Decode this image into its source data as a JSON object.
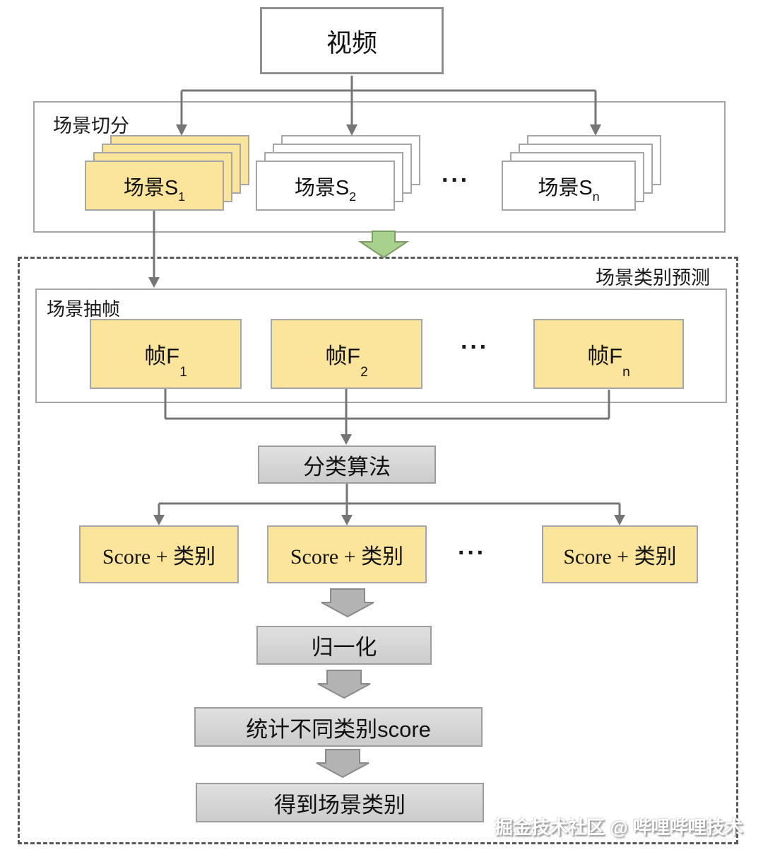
{
  "video_box": {
    "label": "视频"
  },
  "scene_segmentation": {
    "section_label": "场景切分",
    "ellipsis": "···",
    "cards": [
      {
        "base": "场景S",
        "sub": "1"
      },
      {
        "base": "场景S",
        "sub": "2"
      },
      {
        "base": "场景S",
        "sub": "n"
      }
    ]
  },
  "scene_prediction": {
    "section_label": "场景类别预测",
    "frame_extraction": {
      "section_label": "场景抽帧",
      "ellipsis": "···",
      "frames": [
        {
          "base": "帧F",
          "sub": "1"
        },
        {
          "base": "帧F",
          "sub": "2"
        },
        {
          "base": "帧F",
          "sub": "n"
        }
      ]
    },
    "classifier": {
      "label": "分类算法"
    },
    "scores": {
      "ellipsis": "···",
      "labels": [
        "Score + 类别",
        "Score + 类别",
        "Score + 类别"
      ]
    },
    "normalize": {
      "label": "归一化"
    },
    "aggregate": {
      "label": "统计不同类别score"
    },
    "result": {
      "label": "得到场景类别"
    }
  },
  "watermark": "掘金技术社区 @ 哔哩哔哩技术",
  "colors": {
    "card_yellow": "#fbe59a",
    "box_gray": "#d4d4d4",
    "border_gray": "#a6a6a6",
    "line_gray": "#757575",
    "green_arrow": "#a9d18e",
    "block_arrow_gray": "#b3b3b3",
    "dashed_border": "#595959"
  }
}
